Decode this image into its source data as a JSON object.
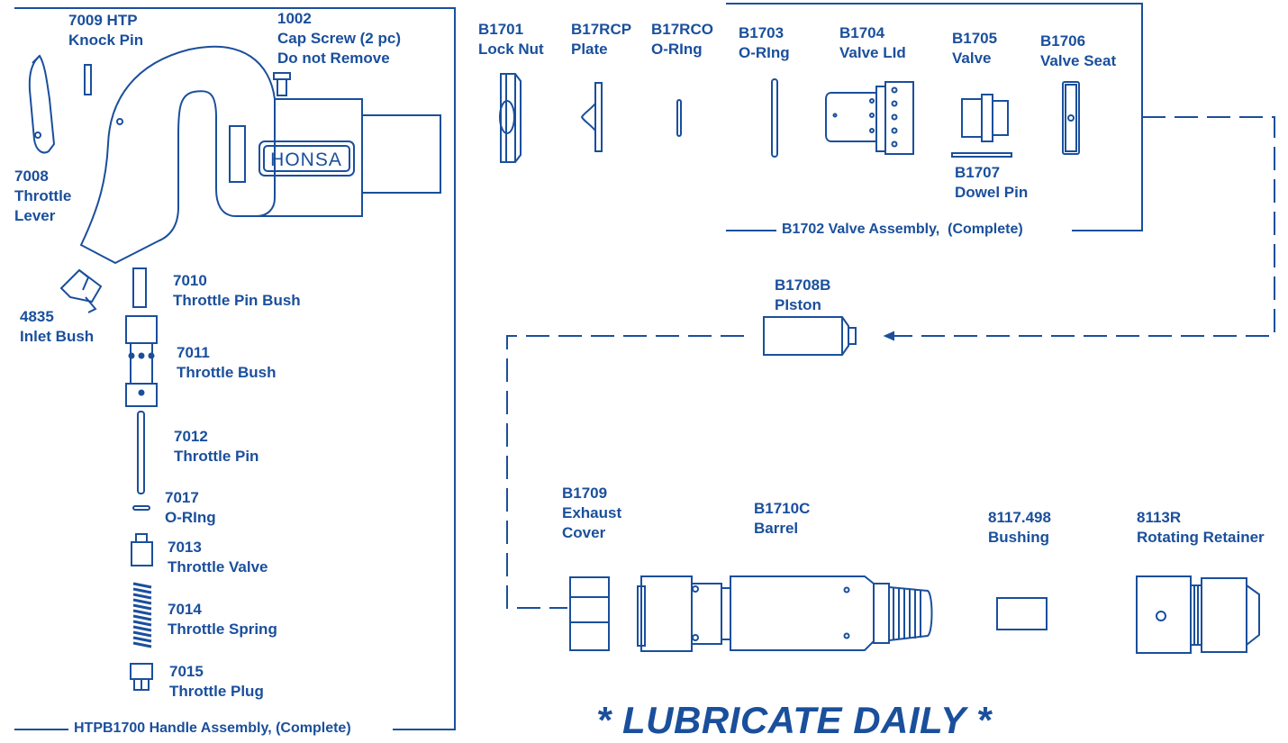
{
  "colors": {
    "ink": "#1a4f9c",
    "background": "#ffffff"
  },
  "handle_assembly": {
    "title": "HTPB1700 Handle Assembly, (Complete)",
    "logo": "HONSA",
    "parts": [
      {
        "id": "7009",
        "name": "7009 HTP\nKnock Pin"
      },
      {
        "id": "1002",
        "name": "1002\nCap Screw (2 pc)\nDo not Remove"
      },
      {
        "id": "7008",
        "name": "7008\nThrottle\nLever"
      },
      {
        "id": "7010",
        "name": "7010\nThrottle Pin Bush"
      },
      {
        "id": "4835",
        "name": "4835\nInlet Bush"
      },
      {
        "id": "7011",
        "name": "7011\nThrottle Bush"
      },
      {
        "id": "7012",
        "name": "7012\nThrottle Pin"
      },
      {
        "id": "7017",
        "name": "7017\nO-RIng"
      },
      {
        "id": "7013",
        "name": "7013\nThrottle Valve"
      },
      {
        "id": "7014",
        "name": "7014\nThrottle Spring"
      },
      {
        "id": "7015",
        "name": "7015\nThrottle Plug"
      }
    ]
  },
  "front_parts": [
    {
      "id": "B1701",
      "name": "B1701\nLock Nut"
    },
    {
      "id": "B17RCP",
      "name": "B17RCP\nPlate"
    },
    {
      "id": "B17RCO",
      "name": "B17RCO\nO-RIng"
    }
  ],
  "valve_assembly": {
    "title": "B1702 Valve Assembly,  (Complete)",
    "parts": [
      {
        "id": "B1703",
        "name": "B1703\nO-RIng"
      },
      {
        "id": "B1704",
        "name": "B1704\nValve LId"
      },
      {
        "id": "B1705",
        "name": "B1705\nValve"
      },
      {
        "id": "B1706",
        "name": "B1706\nValve Seat"
      },
      {
        "id": "B1707",
        "name": "B1707\nDowel Pin"
      }
    ]
  },
  "piston": {
    "id": "B1708B",
    "name": "B1708B\nPIston"
  },
  "barrel_parts": [
    {
      "id": "B1709",
      "name": "B1709\nExhaust\nCover"
    },
    {
      "id": "B1710C",
      "name": "B1710C\nBarrel"
    },
    {
      "id": "8117.498",
      "name": "8117.498\nBushing"
    },
    {
      "id": "8113R",
      "name": "8113R\nRotating Retainer"
    }
  ],
  "note": "* LUBRICATE DAILY *"
}
